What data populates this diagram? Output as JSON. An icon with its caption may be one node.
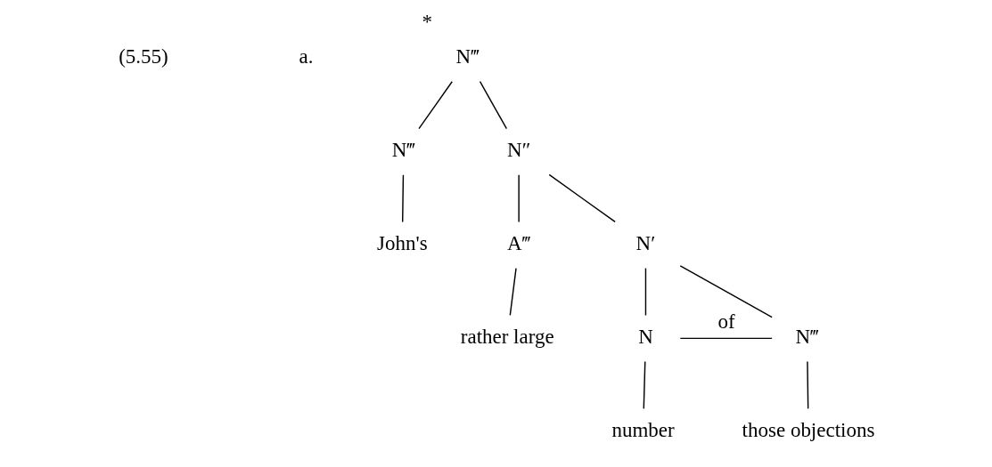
{
  "diagram": {
    "nodes": [
      {
        "text": [
          "N‴"
        ],
        "beside": [
          "*"
        ]
      },
      {
        "text": [
          "N‴"
        ]
      },
      {
        "text": [
          "N″"
        ]
      },
      {
        "text": [
          "John's"
        ]
      },
      {
        "text": [
          "A‴"
        ]
      },
      {
        "text": [
          "N′"
        ]
      },
      {
        "text": [
          "rather large"
        ]
      },
      {
        "text": [
          "N"
        ]
      },
      {
        "text": [
          "N‴"
        ]
      },
      {
        "text": [
          "number"
        ]
      },
      {
        "text": [
          "those objections"
        ]
      }
    ],
    "edges": [
      {
        "from": 0,
        "to": 1,
        "arrow": "none"
      },
      {
        "from": 0,
        "to": 2,
        "arrow": "none"
      },
      {
        "from": 1,
        "to": 3,
        "arrow": "none"
      },
      {
        "from": 2,
        "to": 4,
        "arrow": "none"
      },
      {
        "from": 2,
        "to": 5,
        "arrow": "none"
      },
      {
        "from": 4,
        "to": 6,
        "arrow": "none"
      },
      {
        "from": 5,
        "to": 7,
        "arrow": "none"
      },
      {
        "from": 5,
        "to": 8,
        "arrow": "none"
      },
      {
        "from": 7,
        "to": 8,
        "arrow": "none",
        "label": "of"
      },
      {
        "from": 7,
        "to": 9,
        "arrow": "none"
      },
      {
        "from": 8,
        "to": 10,
        "arrow": "none"
      }
    ],
    "labels": [
      "(5.55)",
      "a."
    ]
  }
}
